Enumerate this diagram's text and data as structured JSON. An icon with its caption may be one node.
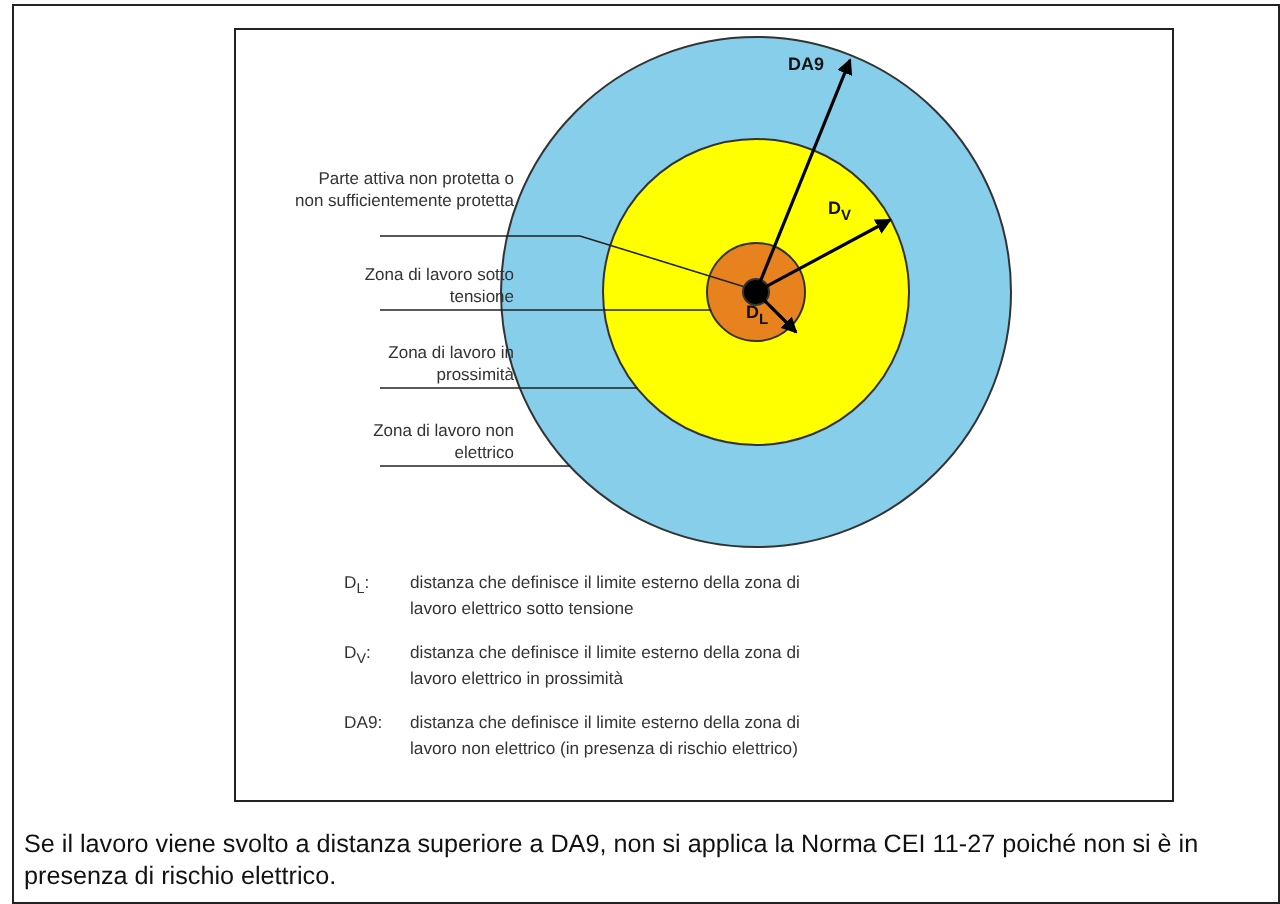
{
  "diagram": {
    "caption": "Se il lavoro viene svolto a distanza superiore a DA9, non si applica la Norma CEI 11-27 poiché non si è in presenza di rischio elettrico.",
    "nodes": [
      {
        "text": [
          "Parte attiva non protetta o non sufficientemente protetta"
        ]
      },
      {
        "text": [
          "Zona di lavoro sotto tensione"
        ]
      },
      {
        "text": [
          "Zona di lavoro in prossimità"
        ]
      },
      {
        "text": [
          "Zona di lavoro non elettrico"
        ]
      },
      {
        "text": [],
        "shape": "circle"
      },
      {
        "text": [],
        "shape": "circle",
        "in": 4
      },
      {
        "text": [],
        "shape": "circle",
        "in": 5
      },
      {
        "text": [],
        "shape": "circle",
        "in": 6
      }
    ],
    "edges": [
      {
        "from": 0,
        "to": 7,
        "arrow": "none"
      },
      {
        "from": 1,
        "to": 6,
        "arrow": "none"
      },
      {
        "from": 2,
        "to": 5,
        "arrow": "none"
      },
      {
        "from": 3,
        "to": 4,
        "arrow": "none"
      }
    ],
    "labels": [
      "DA9",
      "D$_{V}$",
      "D$_{L}$",
      "D$_{L}$:",
      "distanza che definisce il limite esterno della zona di lavoro elettrico sotto tensione",
      "D$_{V}$:",
      "distanza che definisce il limite esterno della zona di lavoro elettrico in prossimità",
      "DA9:",
      "distanza che definisce il limite esterno della zona di lavoro non elettrico (in presenza di rischio elettrico)"
    ]
  }
}
